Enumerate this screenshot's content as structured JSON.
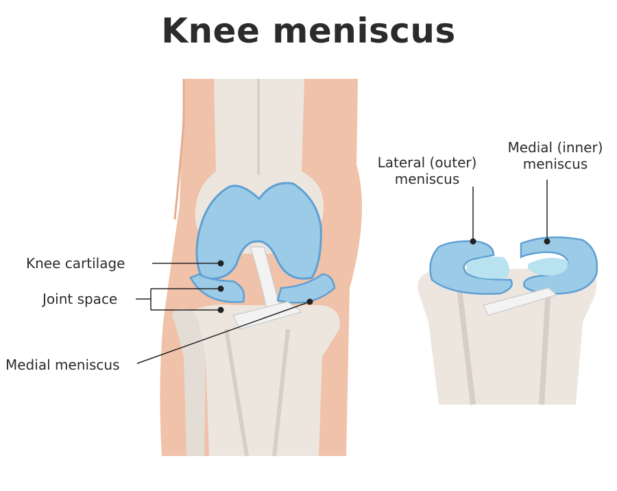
{
  "title": "Knee meniscus",
  "labels": {
    "knee_cartilage": "Knee cartilage",
    "joint_space": "Joint space",
    "medial_meniscus": "Medial meniscus",
    "lateral_line1": "Lateral (outer)",
    "lateral_line2": "meniscus",
    "medial_inner_line1": "Medial (inner)",
    "medial_inner_line2": "meniscus"
  },
  "colors": {
    "skin": "#efc2a9",
    "bone": "#ece6df",
    "bone_shadow": "#d7cfc7",
    "cartilage": "#9ccbe8",
    "cartilage_edge": "#5f9fd3",
    "meniscus_inner": "#b8e2f0",
    "ligament": "#f3f3f3"
  }
}
